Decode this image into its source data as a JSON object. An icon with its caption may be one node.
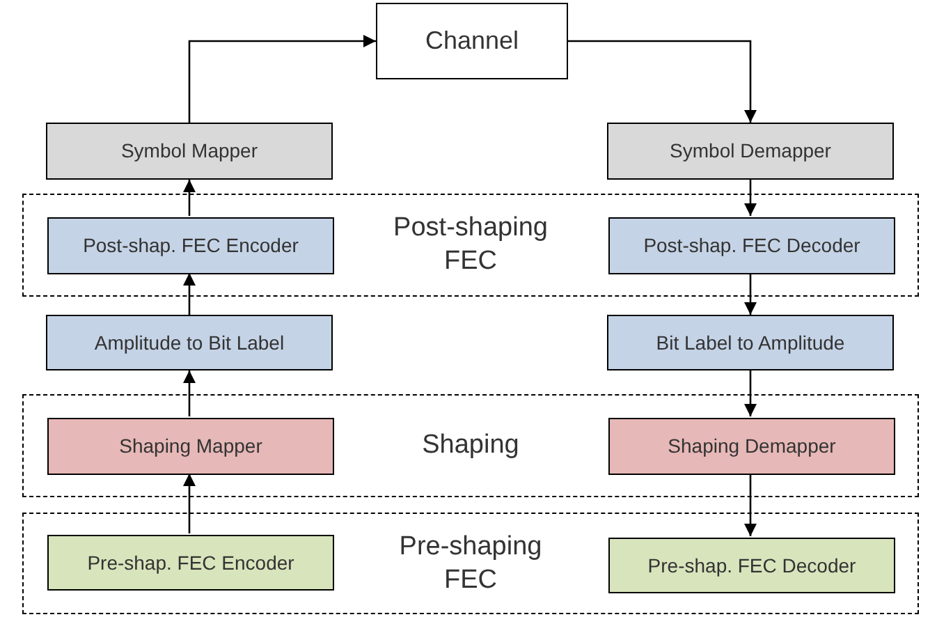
{
  "diagram": {
    "nodes": [
      {
        "text": [
          "Channel"
        ]
      },
      {
        "text": [
          "Symbol Mapper"
        ]
      },
      {
        "text": [
          "Symbol Demapper"
        ]
      },
      {
        "text": [
          "Post-shaping FEC"
        ]
      },
      {
        "text": [
          "Post-shap. FEC Encoder"
        ],
        "in": 3
      },
      {
        "text": [
          "Post-shap. FEC Decoder"
        ],
        "in": 3
      },
      {
        "text": [
          "Amplitude to Bit Label"
        ]
      },
      {
        "text": [
          "Bit Label to Amplitude"
        ]
      },
      {
        "text": [
          "Shaping"
        ]
      },
      {
        "text": [
          "Shaping Mapper"
        ],
        "in": 8
      },
      {
        "text": [
          "Shaping Demapper"
        ],
        "in": 8
      },
      {
        "text": [
          "Pre-shaping FEC"
        ]
      },
      {
        "text": [
          "Pre-shap. FEC Encoder"
        ],
        "in": 11
      },
      {
        "text": [
          "Pre-shap. FEC Decoder"
        ],
        "in": 11
      }
    ],
    "edges": [
      {
        "from": 12,
        "to": 9,
        "arrow": "to"
      },
      {
        "from": 9,
        "to": 6,
        "arrow": "to"
      },
      {
        "from": 6,
        "to": 4,
        "arrow": "to"
      },
      {
        "from": 4,
        "to": 1,
        "arrow": "to"
      },
      {
        "from": 1,
        "to": 0,
        "arrow": "to"
      },
      {
        "from": 0,
        "to": 2,
        "arrow": "to"
      },
      {
        "from": 2,
        "to": 5,
        "arrow": "to"
      },
      {
        "from": 5,
        "to": 7,
        "arrow": "to"
      },
      {
        "from": 7,
        "to": 10,
        "arrow": "to"
      },
      {
        "from": 10,
        "to": 13,
        "arrow": "to"
      }
    ]
  }
}
